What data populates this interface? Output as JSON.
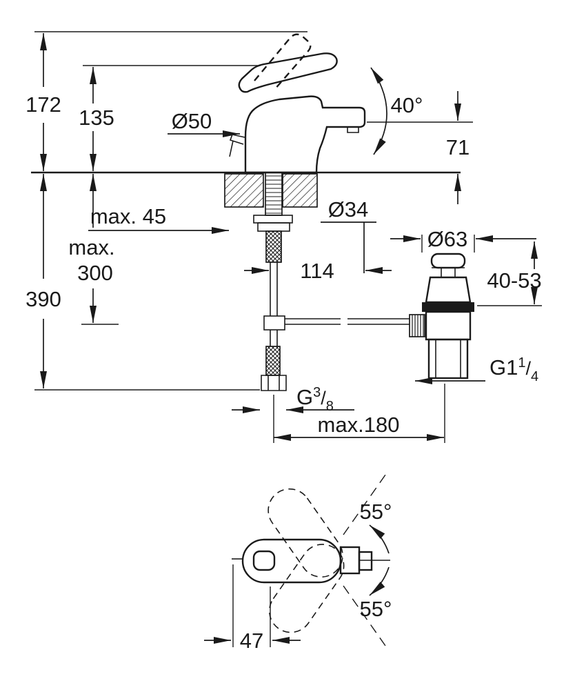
{
  "diagram": {
    "colors": {
      "line": "#1a1a1a",
      "background": "#ffffff"
    },
    "labels": {
      "h172": "172",
      "h135": "135",
      "dia50": "Ø50",
      "angle40": "40°",
      "h71": "71",
      "max45": "max. 45",
      "dia34": "Ø34",
      "max_word": "max.",
      "h300": "300",
      "h390": "390",
      "w114": "114",
      "dia63": "Ø63",
      "range4053": "40-53",
      "max180": "max.180",
      "angle55_upper": "55°",
      "angle55_lower": "55°",
      "w47": "47",
      "g114": {
        "prefix": "G1",
        "num": "1",
        "slash": "/",
        "den": "4"
      },
      "g38": {
        "prefix": "G",
        "num": "3",
        "slash": "/",
        "den": "8"
      }
    }
  }
}
